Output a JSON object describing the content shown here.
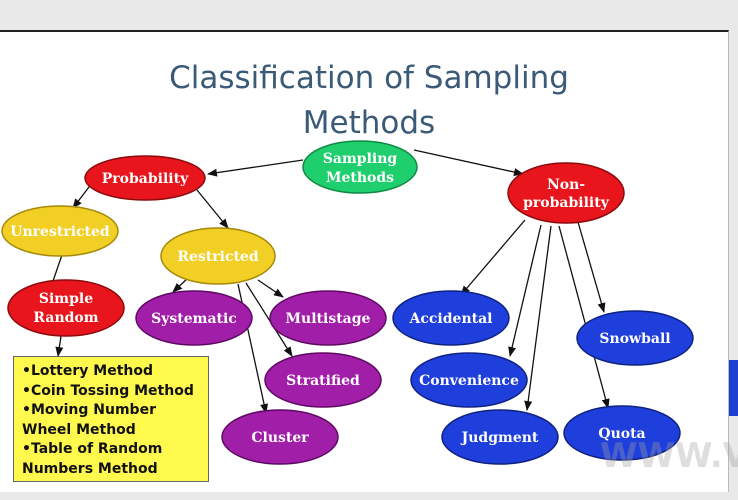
{
  "slide": {
    "title_line1": "Classification of Sampling",
    "title_line2": "Methods"
  },
  "colors": {
    "red": "#e8161c",
    "green": "#1fcf6e",
    "yellow": "#f2cf25",
    "purple": "#a11fa8",
    "blue": "#1f3fdd",
    "box_yellow": "#fff94d"
  },
  "nodes": {
    "sampling": {
      "line1": "Sampling",
      "line2": "Methods"
    },
    "probability": {
      "label": "Probability"
    },
    "non_probability": {
      "line1": "Non-",
      "line2": "probability"
    },
    "unrestricted": {
      "label": "Unrestricted"
    },
    "restricted": {
      "label": "Restricted"
    },
    "simple_random": {
      "line1": "Simple",
      "line2": "Random"
    },
    "systematic": {
      "label": "Systematic"
    },
    "multistage": {
      "label": "Multistage"
    },
    "stratified": {
      "label": "Stratified"
    },
    "cluster": {
      "label": "Cluster"
    },
    "accidental": {
      "label": "Accidental"
    },
    "convenience": {
      "label": "Convenience"
    },
    "judgment": {
      "label": "Judgment"
    },
    "quota": {
      "label": "Quota"
    },
    "snowball": {
      "label": "Snowball"
    }
  },
  "methods_box": {
    "items": [
      "•Lottery Method",
      "•Coin Tossing Method",
      "•Moving Number",
      "Wheel Method",
      "•Table of Random",
      "Numbers Method"
    ]
  },
  "watermark": {
    "text": "WWW.V"
  }
}
